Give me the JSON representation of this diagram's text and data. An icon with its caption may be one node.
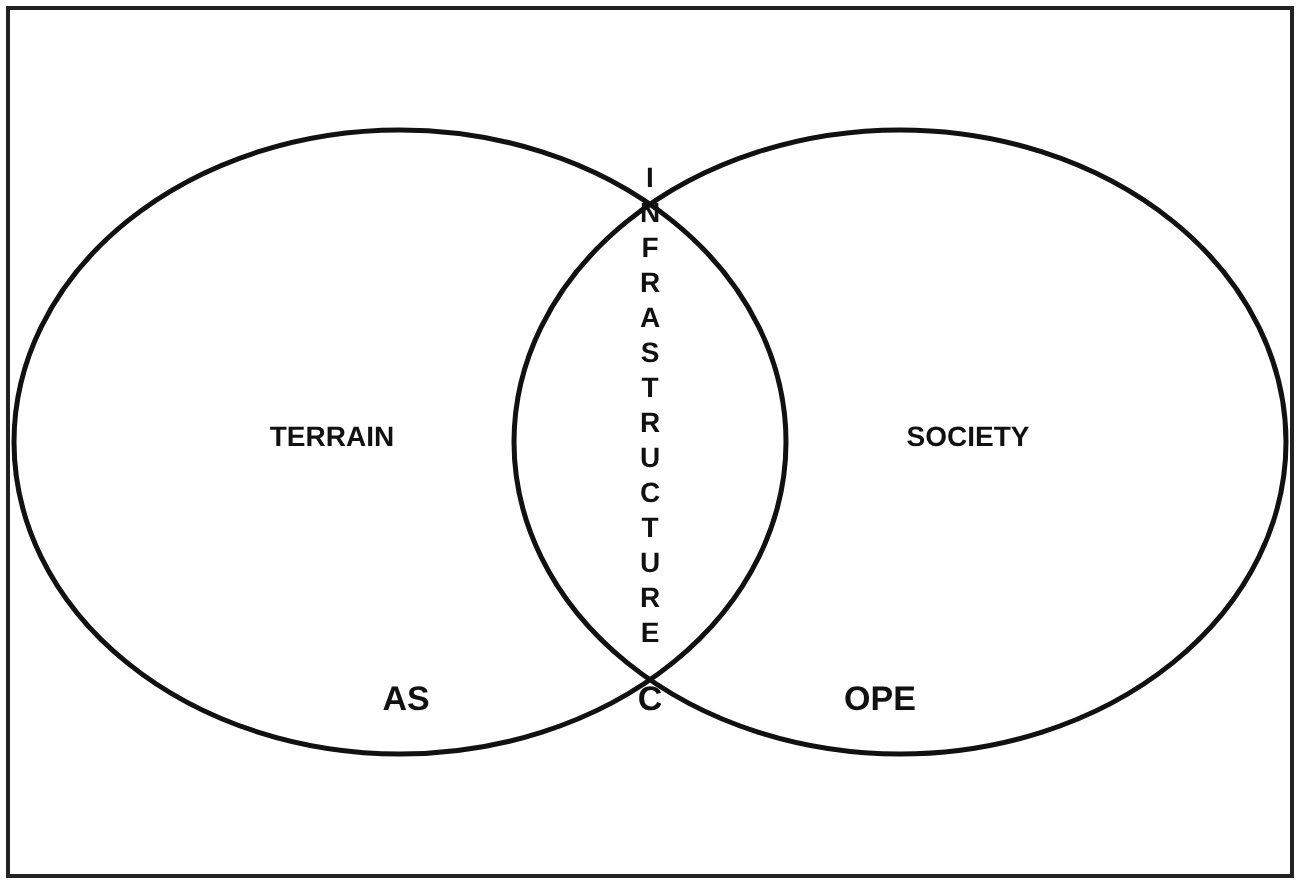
{
  "diagram": {
    "nodes": [
      {
        "text": [
          "TERRAIN",
          "AS"
        ]
      },
      {
        "text": [
          "SOCIETY",
          "OPE"
        ]
      }
    ],
    "labels": [
      "INFRASTRUCTURE",
      "C"
    ]
  }
}
